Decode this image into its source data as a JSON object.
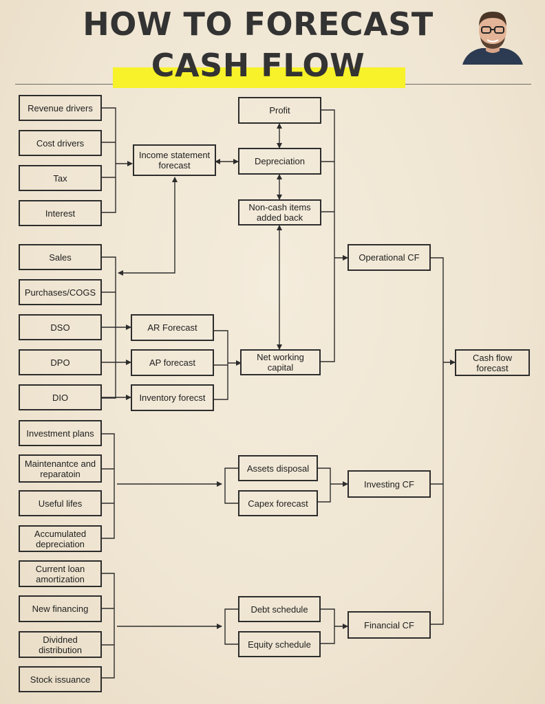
{
  "header": {
    "title_line1": "HOW TO FORECAST",
    "title_line2": "CASH FLOW",
    "highlight_color": "#f7f229",
    "avatar": "author-portrait"
  },
  "diagram": {
    "inputs": {
      "revenue_drivers": "Revenue drivers",
      "cost_drivers": "Cost drivers",
      "tax": "Tax",
      "interest": "Interest",
      "sales": "Sales",
      "purchases_cogs": "Purchases/COGS",
      "dso": "DSO",
      "dpo": "DPO",
      "dio": "DIO",
      "investment_plans": "Investment plans",
      "maintenance": "Maintenantce and reparatoin",
      "useful_lifes": "Useful lifes",
      "accumulated_depreciation": "Accumulated depreciation",
      "current_loan": "Current loan amortization",
      "new_financing": "New financing",
      "dividend": "Dividned distribution",
      "stock_issuance": "Stock issuance"
    },
    "middle": {
      "income_statement": "Income statement forecast",
      "ar_forecast": "AR Forecast",
      "ap_forecast": "AP forecast",
      "inventory_forecast": "Inventory forecst",
      "assets_disposal": "Assets disposal",
      "capex_forecast": "Capex forecast",
      "debt_schedule": "Debt schedule",
      "equity_schedule": "Equity schedule"
    },
    "core": {
      "profit": "Profit",
      "depreciation": "Depreciation",
      "non_cash_items": "Non-cash items added back",
      "net_working_capital": "Net working capital"
    },
    "cash_flows": {
      "operational_cf": "Operational CF",
      "investing_cf": "Investing CF",
      "financial_cf": "Financial CF",
      "cash_flow_forecast": "Cash flow forecast"
    }
  }
}
